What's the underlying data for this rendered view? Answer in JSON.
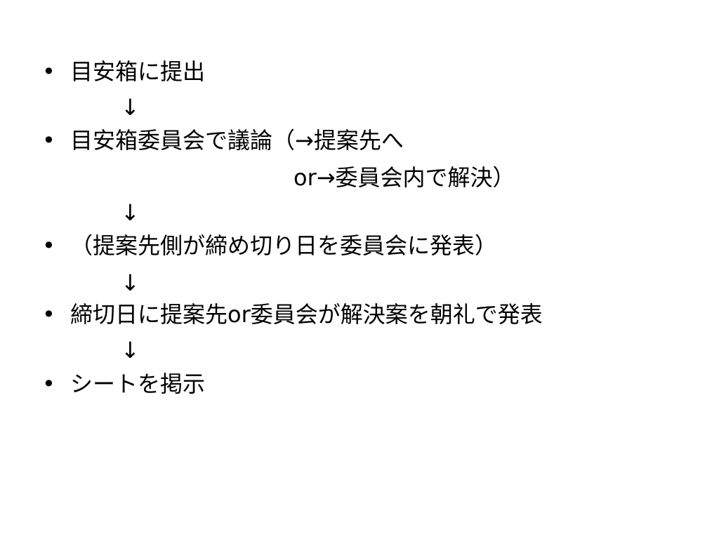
{
  "slide": {
    "bullet_glyph": "•",
    "arrow_glyph": "↓",
    "items": [
      {
        "text": "目安箱に提出"
      },
      {
        "text": "目安箱委員会で議論（→提案先へ",
        "continuation": "or→委員会内で解決）"
      },
      {
        "text": "（提案先側が締め切り日を委員会に発表）"
      },
      {
        "text": "締切日に提案先or委員会が解決案を朝礼で発表"
      },
      {
        "text": "シートを掲示"
      }
    ]
  }
}
